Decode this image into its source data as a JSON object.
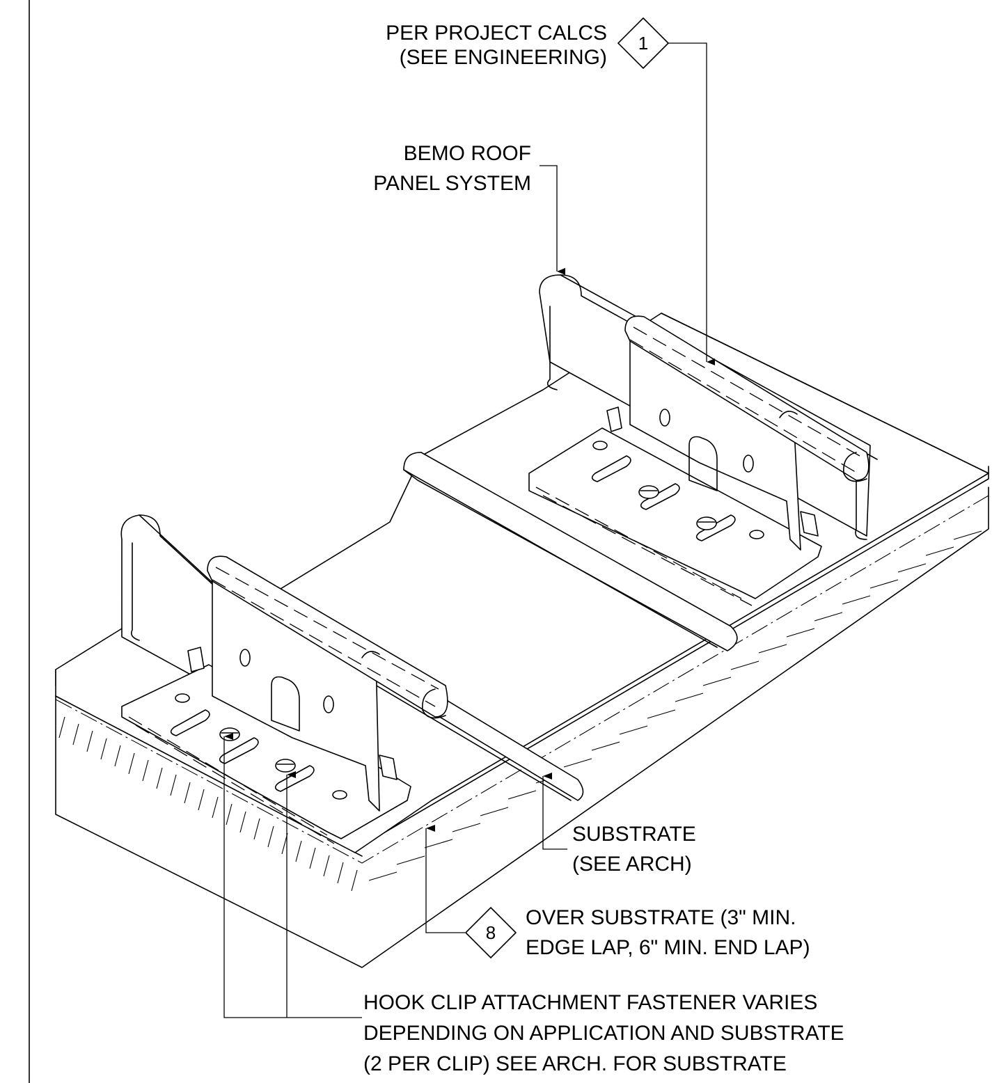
{
  "callouts": {
    "engineering": {
      "tag": "1",
      "line1": "PER PROJECT CALCS",
      "line2": "(SEE ENGINEERING)"
    },
    "panel": {
      "line1": "BEMO ROOF",
      "line2": "PANEL SYSTEM"
    },
    "substrate": {
      "line1": "SUBSTRATE",
      "line2": "(SEE ARCH)"
    },
    "underlayment": {
      "tag": "8",
      "line1": "OVER SUBSTRATE (3\" MIN.",
      "line2": "EDGE LAP, 6\" MIN. END LAP)"
    },
    "fastener": {
      "line1": "HOOK CLIP ATTACHMENT FASTENER VARIES",
      "line2": "DEPENDING ON APPLICATION AND SUBSTRATE",
      "line3": "(2 PER CLIP) SEE ARCH. FOR SUBSTRATE"
    }
  }
}
